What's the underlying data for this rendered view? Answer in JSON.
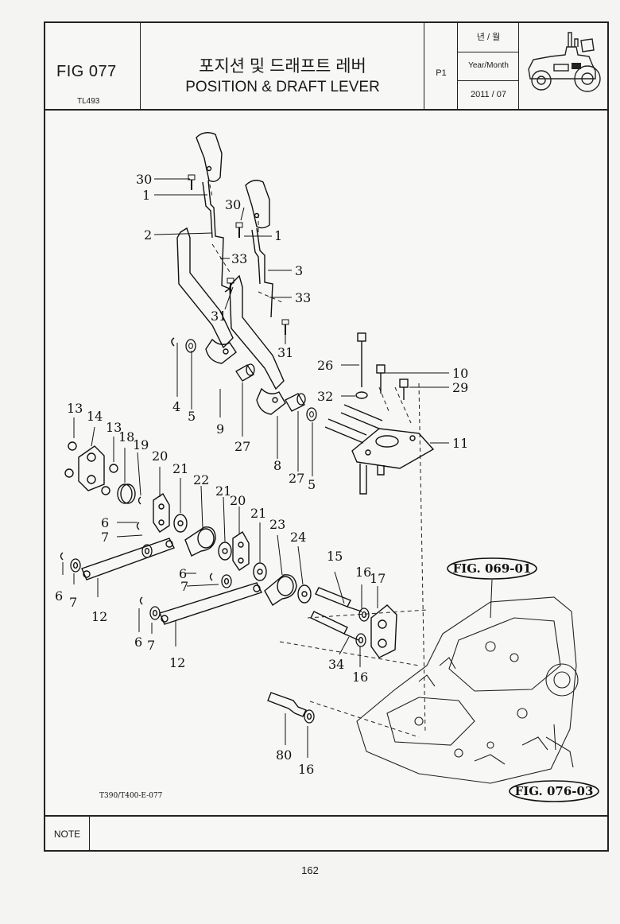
{
  "header": {
    "figure_id": "FIG 077",
    "model": "TL493",
    "title_korean": "포지션 및 드래프트 레버",
    "title_english": "POSITION & DRAFT LEVER",
    "page": "P1",
    "date_label_korean": "년 / 월",
    "date_label_english": "Year/Month",
    "date_value": "2011 / 07",
    "tractor_icon": "tractor-icon"
  },
  "drawing": {
    "code": "T390/T400-E-077",
    "references": [
      "FIG. 069-01",
      "FIG. 076-03"
    ],
    "callouts": [
      "30",
      "1",
      "30",
      "2",
      "1",
      "33",
      "3",
      "33",
      "31",
      "31",
      "26",
      "10",
      "32",
      "29",
      "11",
      "4",
      "5",
      "9",
      "27",
      "8",
      "27",
      "5",
      "13",
      "14",
      "13",
      "18",
      "19",
      "20",
      "21",
      "22",
      "21",
      "20",
      "21",
      "23",
      "24",
      "6",
      "7",
      "6",
      "7",
      "12",
      "15",
      "16",
      "17",
      "6",
      "7",
      "6",
      "7",
      "12",
      "34",
      "16",
      "80",
      "16"
    ]
  },
  "footer": {
    "note_label": "NOTE",
    "page_number": "162"
  }
}
